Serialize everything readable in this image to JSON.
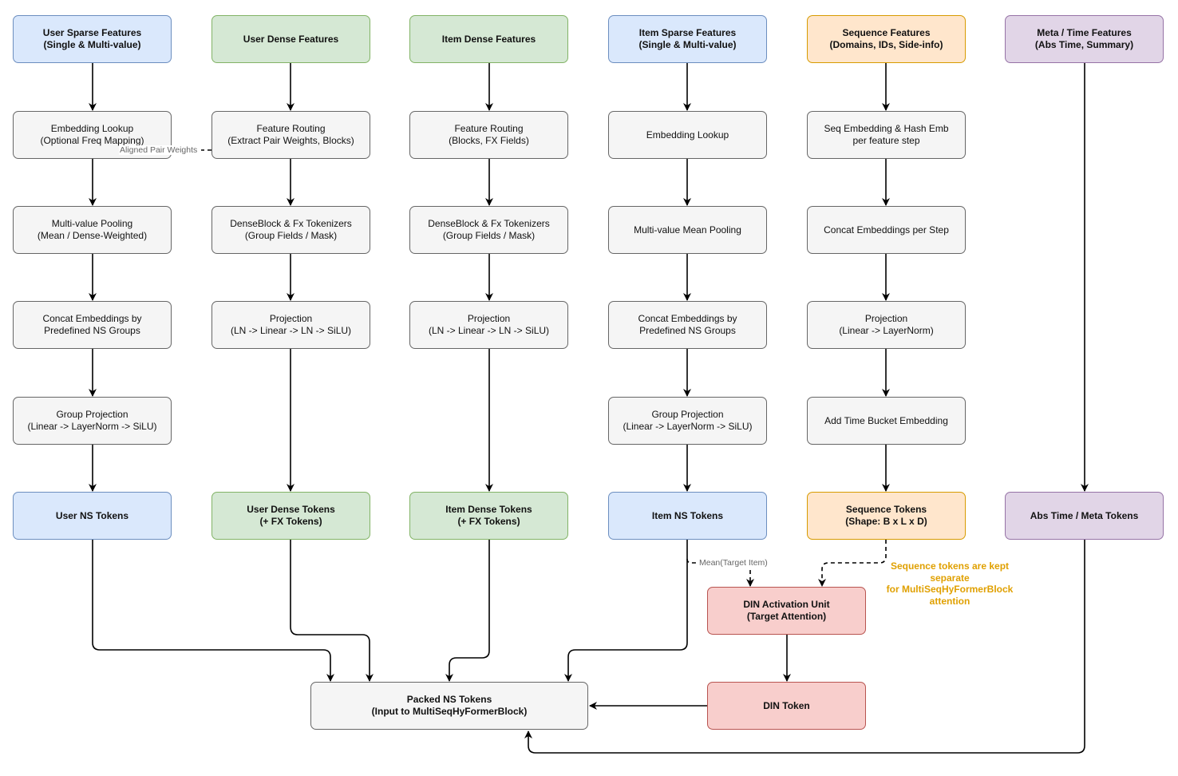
{
  "columns": {
    "user_sparse": {
      "header": [
        "User Sparse Features",
        "(Single & Multi-value)"
      ],
      "steps": [
        [
          "Embedding Lookup",
          "(Optional Freq Mapping)"
        ],
        [
          "Multi-value Pooling",
          "(Mean / Dense-Weighted)"
        ],
        [
          "Concat Embeddings by",
          "Predefined NS Groups"
        ],
        [
          "Group Projection",
          "(Linear -> LayerNorm -> SiLU)"
        ]
      ],
      "output": [
        "User NS Tokens"
      ]
    },
    "user_dense": {
      "header": [
        "User Dense Features"
      ],
      "steps": [
        [
          "Feature Routing",
          "(Extract Pair Weights, Blocks)"
        ],
        [
          "DenseBlock & Fx Tokenizers",
          "(Group Fields / Mask)"
        ],
        [
          "Projection",
          "(LN -> Linear -> LN -> SiLU)"
        ]
      ],
      "output": [
        "User Dense Tokens",
        "(+ FX Tokens)"
      ]
    },
    "item_dense": {
      "header": [
        "Item Dense Features"
      ],
      "steps": [
        [
          "Feature Routing",
          "(Blocks, FX Fields)"
        ],
        [
          "DenseBlock & Fx Tokenizers",
          "(Group Fields / Mask)"
        ],
        [
          "Projection",
          "(LN -> Linear -> LN -> SiLU)"
        ]
      ],
      "output": [
        "Item Dense Tokens",
        "(+ FX Tokens)"
      ]
    },
    "item_sparse": {
      "header": [
        "Item Sparse Features",
        "(Single & Multi-value)"
      ],
      "steps": [
        [
          "Embedding Lookup"
        ],
        [
          "Multi-value Mean Pooling"
        ],
        [
          "Concat Embeddings by",
          "Predefined NS Groups"
        ],
        [
          "Group Projection",
          "(Linear -> LayerNorm -> SiLU)"
        ]
      ],
      "output": [
        "Item NS Tokens"
      ]
    },
    "sequence": {
      "header": [
        "Sequence Features",
        "(Domains, IDs, Side-info)"
      ],
      "steps": [
        [
          "Seq Embedding & Hash Emb",
          "per feature step"
        ],
        [
          "Concat Embeddings per Step"
        ],
        [
          "Projection",
          "(Linear -> LayerNorm)"
        ],
        [
          "Add Time Bucket Embedding"
        ]
      ],
      "output": [
        "Sequence Tokens",
        "(Shape: B x L x D)"
      ]
    },
    "meta": {
      "header": [
        "Meta / Time Features",
        "(Abs Time, Summary)"
      ],
      "output": [
        "Abs Time / Meta Tokens"
      ]
    }
  },
  "din_unit": [
    "DIN Activation Unit",
    "(Target Attention)"
  ],
  "din_token": [
    "DIN Token"
  ],
  "packed": [
    "Packed NS Tokens",
    "(Input to MultiSeqHyFormerBlock)"
  ],
  "edge_labels": {
    "pair_weights": "Aligned Pair Weights",
    "mean_target": "Mean(Target Item)"
  },
  "note": [
    "Sequence tokens are kept",
    "separate",
    "for MultiSeqHyFormerBlock",
    "attention"
  ],
  "colors": {
    "blue_fill": "#dae8fc",
    "blue_stroke": "#6c8ebf",
    "green_fill": "#d5e8d4",
    "green_stroke": "#82b366",
    "orange_fill": "#ffe6cc",
    "orange_stroke": "#d79b00",
    "purple_fill": "#e1d5e7",
    "purple_stroke": "#9673a6",
    "red_fill": "#f8cecc",
    "red_stroke": "#b85450",
    "gray_fill": "#f5f5f5",
    "gray_stroke": "#666666",
    "note_text": "#e0a000"
  }
}
